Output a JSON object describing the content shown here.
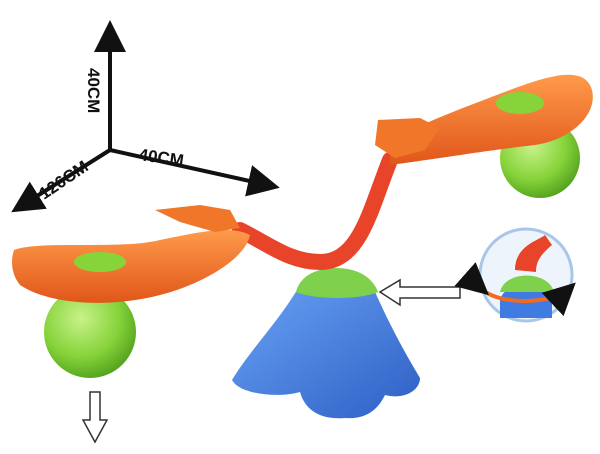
{
  "dimensions": {
    "height_label": "40CM",
    "width_label": "40CM",
    "length_label": "126CM"
  },
  "colors": {
    "seat": "#f26a1f",
    "arm": "#e8442a",
    "ball": "#86d33a",
    "base": "#3f7be0",
    "base_cap": "#7fd04a",
    "arrow": "#111111"
  }
}
